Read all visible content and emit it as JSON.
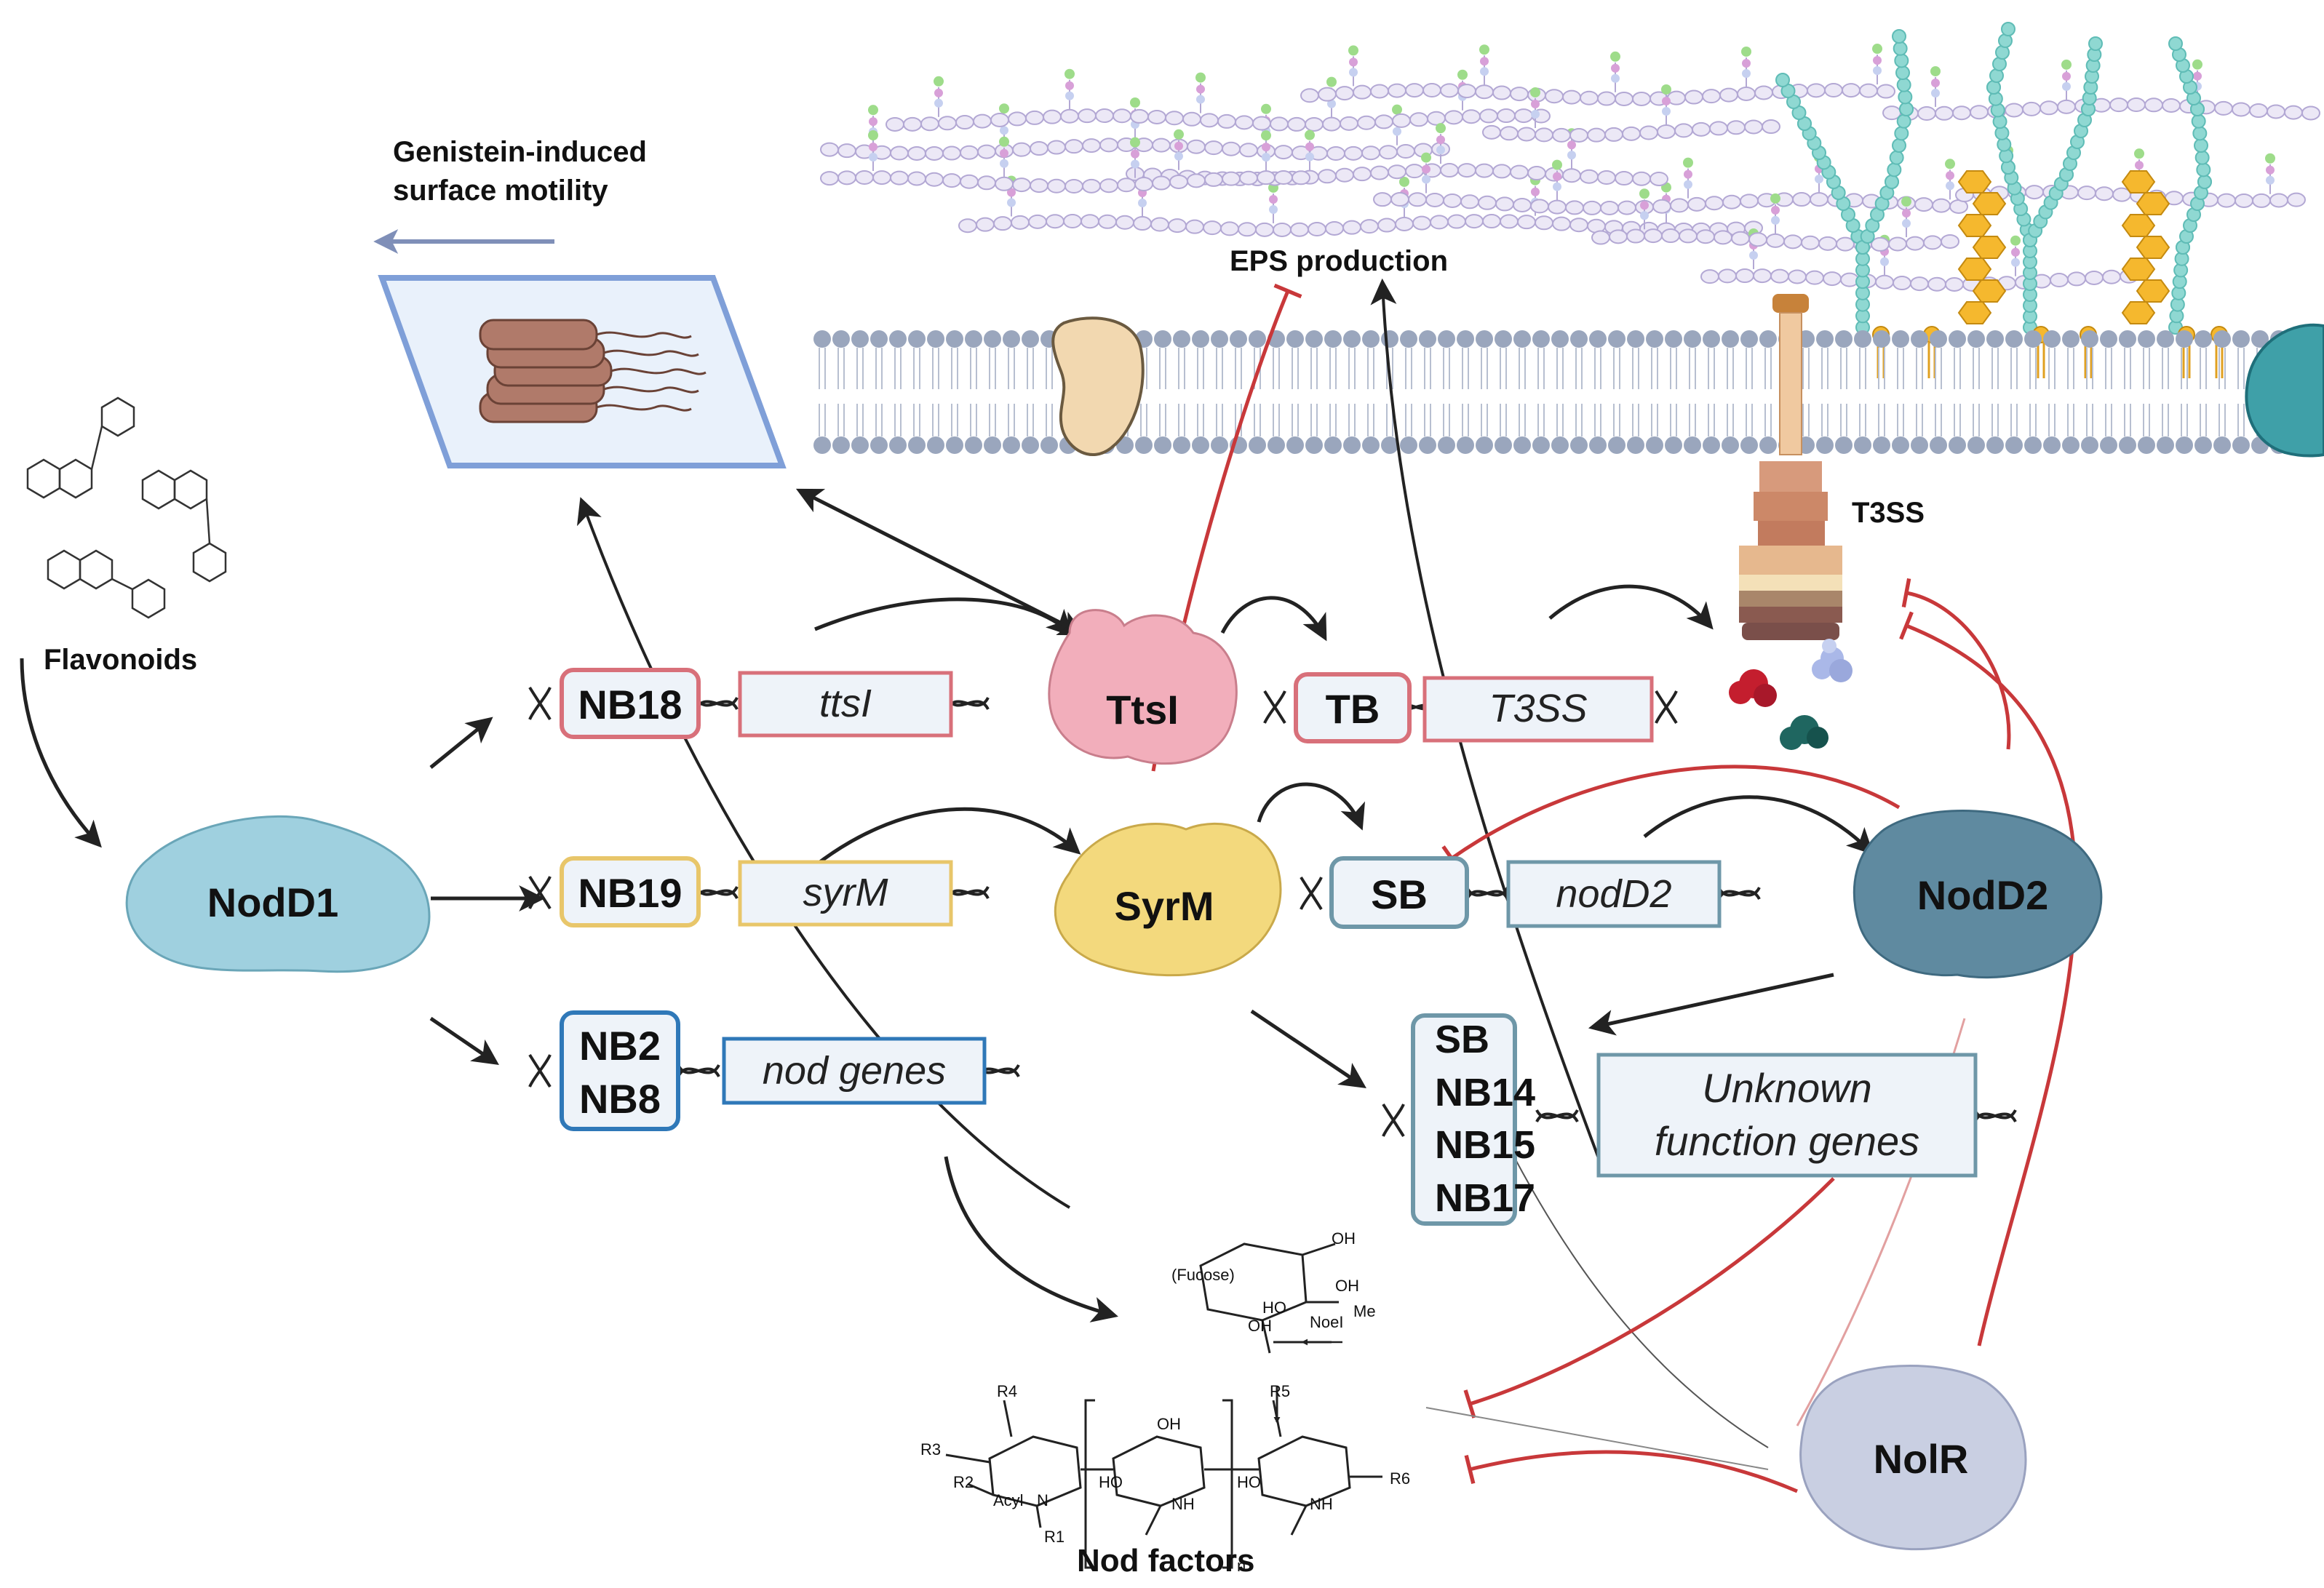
{
  "colors": {
    "activation": "#222222",
    "repression": "#c8383a",
    "nb18_box": "#d8707a",
    "nb19_box": "#e8c66a",
    "nb28_box": "#2f78b8",
    "sb_box": "#6e97a8",
    "gene_fill": "#eef3f9",
    "nodd1": "#9fd0df",
    "nodd2": "#5f8aa0",
    "ttsi": "#f2aebb",
    "syrm": "#f3d97d",
    "nolr": "#c9cfe2",
    "membrane_head": "#9aa6bd",
    "t3ss": "#c7856a"
  },
  "labels": {
    "motility": [
      "Genistein-induced",
      "surface motility"
    ],
    "flavonoids": "Flavonoids",
    "eps": "EPS production",
    "t3ss": "T3SS",
    "nod_factors": "Nod factors"
  },
  "proteins": {
    "nodd1": "NodD1",
    "ttsi": "TtsI",
    "syrm": "SyrM",
    "nodd2": "NodD2",
    "nolr": "NolR"
  },
  "promoters": {
    "nb18": "NB18",
    "nb19": "NB19",
    "nb2": "NB2",
    "nb8": "NB8",
    "tb": "TB",
    "sb1": "SB",
    "sb2": "SB",
    "nb14": "NB14",
    "nb15": "NB15",
    "nb17": "NB17"
  },
  "genes": {
    "ttsi": "ttsI",
    "syrm": "syrM",
    "nod": "nod genes",
    "t3ss": "T3SS",
    "nodd2": "nodD2",
    "unknown": [
      "Unknown",
      "function genes"
    ]
  },
  "chem_labels": {
    "fucose": "(Fucose)",
    "oh1": "OH",
    "oh2": "OH",
    "ho": "HO",
    "oh3": "OH",
    "me": "Me",
    "noel": "NoeI",
    "r4": "R4",
    "r3": "R3",
    "r2": "R2",
    "acyl": "Acyl",
    "n": "N",
    "r1": "R1",
    "oh4": "OH",
    "ho2": "HO",
    "nh1": "NH",
    "n_sub": "n",
    "r5": "R5",
    "ho3": "HO",
    "nh2": "NH",
    "r6": "R6"
  }
}
